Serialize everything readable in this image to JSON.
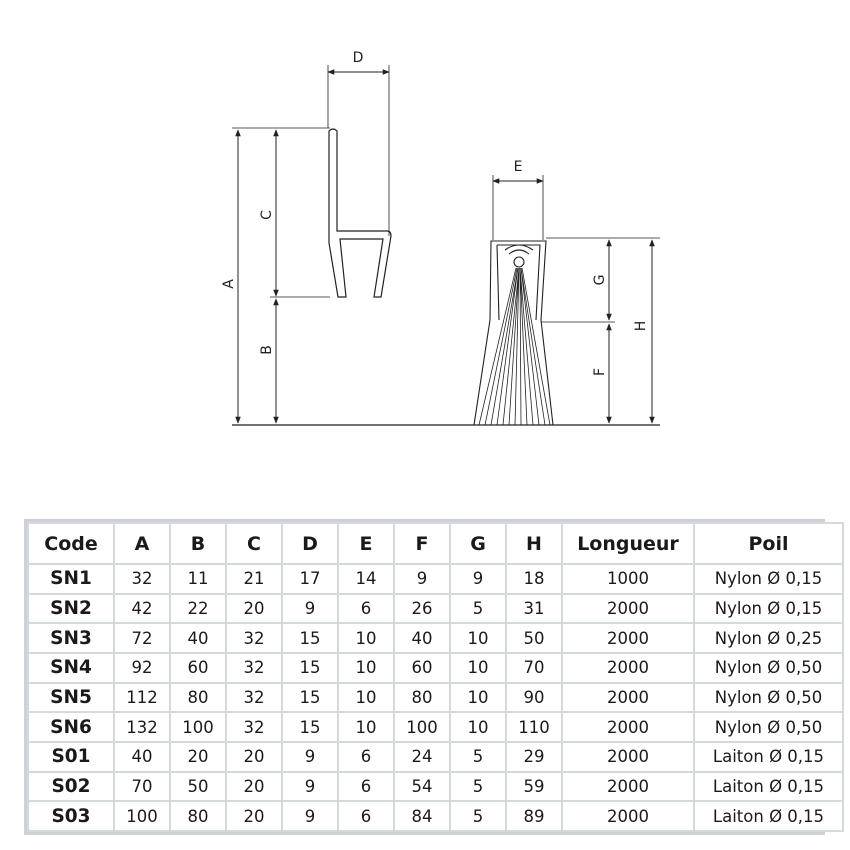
{
  "drawing": {
    "labels": {
      "A": "A",
      "B": "B",
      "C": "C",
      "D": "D",
      "E": "E",
      "F": "F",
      "G": "G",
      "H": "H"
    }
  },
  "table": {
    "headers": [
      "Code",
      "A",
      "B",
      "C",
      "D",
      "E",
      "F",
      "G",
      "H",
      "Longueur",
      "Poil"
    ],
    "rows": [
      [
        "SN1",
        "32",
        "11",
        "21",
        "17",
        "14",
        "9",
        "9",
        "18",
        "1000",
        "Nylon Ø 0,15"
      ],
      [
        "SN2",
        "42",
        "22",
        "20",
        "9",
        "6",
        "26",
        "5",
        "31",
        "2000",
        "Nylon Ø 0,15"
      ],
      [
        "SN3",
        "72",
        "40",
        "32",
        "15",
        "10",
        "40",
        "10",
        "50",
        "2000",
        "Nylon Ø 0,25"
      ],
      [
        "SN4",
        "92",
        "60",
        "32",
        "15",
        "10",
        "60",
        "10",
        "70",
        "2000",
        "Nylon Ø 0,50"
      ],
      [
        "SN5",
        "112",
        "80",
        "32",
        "15",
        "10",
        "80",
        "10",
        "90",
        "2000",
        "Nylon Ø 0,50"
      ],
      [
        "SN6",
        "132",
        "100",
        "32",
        "15",
        "10",
        "100",
        "10",
        "110",
        "2000",
        "Nylon Ø 0,50"
      ],
      [
        "S01",
        "40",
        "20",
        "20",
        "9",
        "6",
        "24",
        "5",
        "29",
        "2000",
        "Laiton Ø 0,15"
      ],
      [
        "S02",
        "70",
        "50",
        "20",
        "9",
        "6",
        "54",
        "5",
        "59",
        "2000",
        "Laiton Ø 0,15"
      ],
      [
        "S03",
        "100",
        "80",
        "20",
        "9",
        "6",
        "84",
        "5",
        "89",
        "2000",
        "Laiton Ø 0,15"
      ]
    ]
  }
}
